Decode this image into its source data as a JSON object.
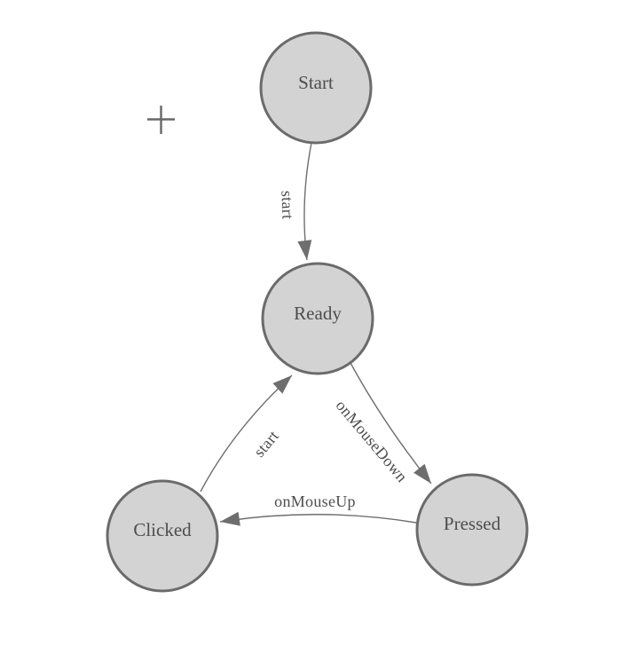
{
  "diagram": {
    "type": "state-machine",
    "background": "#ffffff"
  },
  "colors": {
    "node_fill": "#d3d3d3",
    "node_stroke": "#6b6b6b",
    "edge_stroke": "#6e6e6e",
    "label_text": "#4d4d4d",
    "crosshair": "#686868"
  },
  "nodes": [
    {
      "id": "start",
      "label": "Start"
    },
    {
      "id": "ready",
      "label": "Ready"
    },
    {
      "id": "clicked",
      "label": "Clicked"
    },
    {
      "id": "pressed",
      "label": "Pressed"
    }
  ],
  "edges": [
    {
      "from": "start",
      "to": "ready",
      "label": "start"
    },
    {
      "from": "ready",
      "to": "pressed",
      "label": "onMouseDown"
    },
    {
      "from": "pressed",
      "to": "clicked",
      "label": "onMouseUp"
    },
    {
      "from": "clicked",
      "to": "ready",
      "label": "start"
    }
  ],
  "icons": [
    {
      "name": "crosshair-icon",
      "glyph": "+"
    }
  ]
}
